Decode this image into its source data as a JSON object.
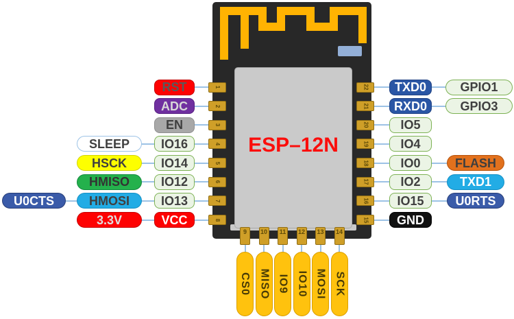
{
  "title": "ESP-12N pinout diagram",
  "module": {
    "label": "ESP–12N",
    "label_color": "#FB0D0B",
    "body_color": "#282828",
    "shield_color": "#CACACA",
    "shield_border": "#A9A9A9",
    "antenna_color": "#FFB302",
    "chip_marker_color": "#93AFD7"
  },
  "wire_color": "#9CC2E5",
  "pad_style": {
    "bg": "#CF9F28",
    "border": "#8F6D14",
    "num_color": "#5E4A07"
  },
  "palette": {
    "red": {
      "bg": "#FE0202",
      "border": "#C50000"
    },
    "purple": {
      "bg": "#7030A0",
      "border": "#571F82"
    },
    "gray": {
      "bg": "#A8A8A8",
      "border": "#8F8F8F"
    },
    "white": {
      "bg": "#FFFFFF",
      "border": "#9DC3E6"
    },
    "yellow": {
      "bg": "#FDFF00",
      "border": "#D3D500"
    },
    "green": {
      "bg": "#24B14C",
      "border": "#128A3E"
    },
    "cyan": {
      "bg": "#22ACE5",
      "border": "#148FC4"
    },
    "blue": {
      "bg": "#2A56A5",
      "border": "#1F4183"
    },
    "darkblue": {
      "bg": "#3A5BA9",
      "border": "#273E78"
    },
    "lightgreen": {
      "bg": "#EBF4E5",
      "border": "#7CB153"
    },
    "orange": {
      "bg": "#E2711D",
      "border": "#B5520C"
    },
    "black": {
      "bg": "#111111",
      "border": "#000000"
    },
    "gold": {
      "bg": "#FFC20E",
      "border": "#DB9F00"
    }
  },
  "left_rows": [
    {
      "pin": "1",
      "name": {
        "text": "RST",
        "style": "red",
        "fg": "#595959"
      }
    },
    {
      "pin": "2",
      "name": {
        "text": "ADC",
        "style": "purple",
        "fg": "#D8D8D8"
      }
    },
    {
      "pin": "3",
      "name": {
        "text": "EN",
        "style": "gray",
        "fg": "#3F3F3F"
      }
    },
    {
      "pin": "4",
      "name": {
        "text": "IO16",
        "style": "lightgreen",
        "fg": "#3F3F3F"
      },
      "alt": {
        "text": "SLEEP",
        "style": "white",
        "fg": "#3F3F3F"
      }
    },
    {
      "pin": "5",
      "name": {
        "text": "IO14",
        "style": "lightgreen",
        "fg": "#3F3F3F"
      },
      "alt": {
        "text": "HSCK",
        "style": "yellow",
        "fg": "#3F3F3F"
      }
    },
    {
      "pin": "6",
      "name": {
        "text": "IO12",
        "style": "lightgreen",
        "fg": "#3F3F3F"
      },
      "alt": {
        "text": "HMISO",
        "style": "green",
        "fg": "#333333"
      }
    },
    {
      "pin": "7",
      "name": {
        "text": "IO13",
        "style": "lightgreen",
        "fg": "#3F3F3F"
      },
      "alt": {
        "text": "HMOSI",
        "style": "cyan",
        "fg": "#3F3F3F"
      },
      "alt2": {
        "text": "U0CTS",
        "style": "darkblue",
        "fg": "#FFFFFF"
      }
    },
    {
      "pin": "8",
      "name": {
        "text": "VCC",
        "style": "red",
        "fg": "#FFFFFF"
      },
      "alt": {
        "text": "3.3V",
        "style": "red",
        "fg": "#DFDFDF"
      }
    }
  ],
  "right_rows": [
    {
      "pin": "22",
      "name": {
        "text": "TXD0",
        "style": "blue",
        "fg": "#FFFFFF"
      },
      "alt": {
        "text": "GPIO1",
        "style": "lightgreen",
        "fg": "#3F3F3F"
      }
    },
    {
      "pin": "21",
      "name": {
        "text": "RXD0",
        "style": "blue",
        "fg": "#FFFFFF"
      },
      "alt": {
        "text": "GPIO3",
        "style": "lightgreen",
        "fg": "#3F3F3F"
      }
    },
    {
      "pin": "20",
      "name": {
        "text": "IO5",
        "style": "lightgreen",
        "fg": "#3F3F3F"
      }
    },
    {
      "pin": "19",
      "name": {
        "text": "IO4",
        "style": "lightgreen",
        "fg": "#3F3F3F"
      }
    },
    {
      "pin": "18",
      "name": {
        "text": "IO0",
        "style": "lightgreen",
        "fg": "#3F3F3F"
      },
      "alt": {
        "text": "FLASH",
        "style": "orange",
        "fg": "#3E3E3E"
      }
    },
    {
      "pin": "17",
      "name": {
        "text": "IO2",
        "style": "lightgreen",
        "fg": "#3F3F3F"
      },
      "alt": {
        "text": "TXD1",
        "style": "cyan",
        "fg": "#FFFFFF"
      }
    },
    {
      "pin": "16",
      "name": {
        "text": "IO15",
        "style": "lightgreen",
        "fg": "#3F3F3F"
      },
      "alt": {
        "text": "U0RTS",
        "style": "darkblue",
        "fg": "#FFFFFF"
      }
    },
    {
      "pin": "15",
      "name": {
        "text": "GND",
        "style": "black",
        "fg": "#FFFFFF"
      }
    }
  ],
  "bottom_rows": [
    {
      "pin": "9",
      "name": {
        "text": "CS0",
        "style": "gold",
        "fg": "#473A06"
      }
    },
    {
      "pin": "10",
      "name": {
        "text": "MISO",
        "style": "gold",
        "fg": "#473A06"
      }
    },
    {
      "pin": "11",
      "name": {
        "text": "IO9",
        "style": "gold",
        "fg": "#473A06"
      }
    },
    {
      "pin": "12",
      "name": {
        "text": "IO10",
        "style": "gold",
        "fg": "#473A06"
      }
    },
    {
      "pin": "13",
      "name": {
        "text": "MOSI",
        "style": "gold",
        "fg": "#473A06"
      }
    },
    {
      "pin": "14",
      "name": {
        "text": "SCK",
        "style": "gold",
        "fg": "#473A06"
      }
    }
  ]
}
